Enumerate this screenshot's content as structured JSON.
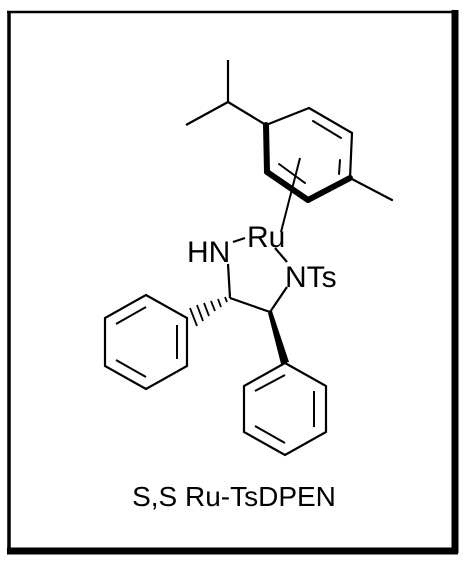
{
  "caption": "S,S Ru-TsDPEN",
  "atoms": {
    "ru": "Ru",
    "hn": "HN",
    "nts": "NTs"
  },
  "colors": {
    "ink": "#000000",
    "background": "#ffffff"
  }
}
